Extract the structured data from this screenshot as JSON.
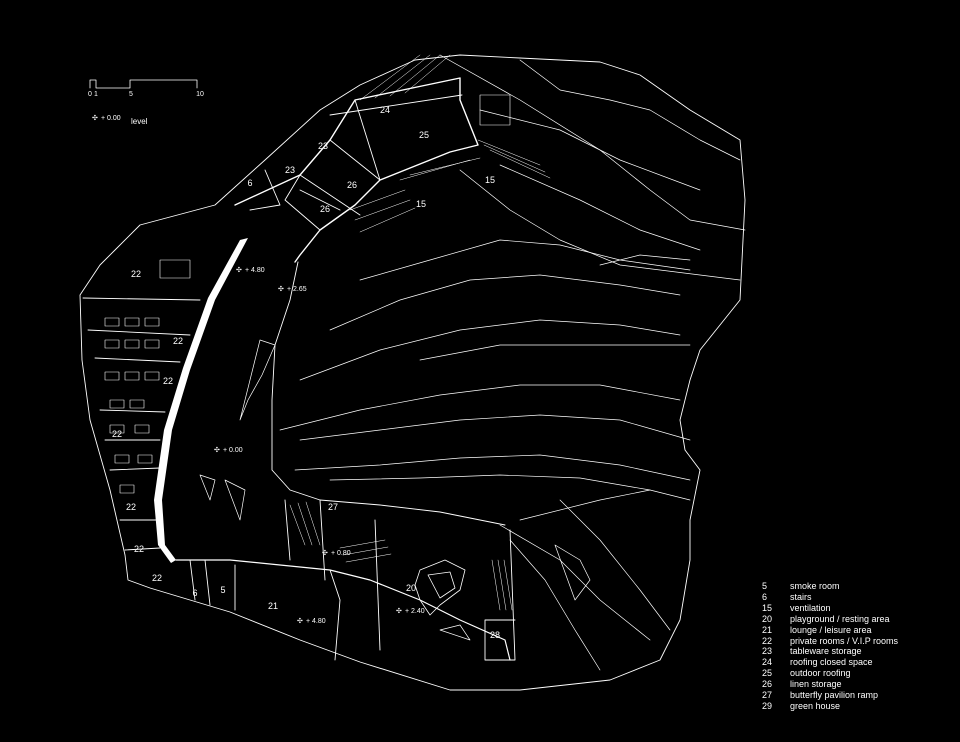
{
  "scale": {
    "ticks": [
      "0",
      "1",
      "5",
      "10"
    ]
  },
  "level_key": {
    "value": "+ 0.00",
    "label": "level"
  },
  "rooms": {
    "r24": "24",
    "r25": "25",
    "r23a": "23",
    "r23b": "23",
    "r6a": "6",
    "r26a": "26",
    "r26b": "26",
    "r15a": "15",
    "r15b": "15",
    "r22a": "22",
    "r22b": "22",
    "r22c": "22",
    "r22d": "22",
    "r22e": "22",
    "r22f": "22",
    "r22g": "22",
    "r21": "21",
    "r6b": "6",
    "r5": "5",
    "r20": "20",
    "r27": "27",
    "r28": "28"
  },
  "levels": {
    "l480a": "+ 4.80",
    "l265": "+ 2.65",
    "l000": "+ 0.00",
    "l080": "+ 0.80",
    "l240": "+ 2.40",
    "l480b": "+ 4.80"
  },
  "legend": [
    {
      "num": "5",
      "text": "smoke room"
    },
    {
      "num": "6",
      "text": "stairs"
    },
    {
      "num": "15",
      "text": "ventilation"
    },
    {
      "num": "20",
      "text": "playground / resting area"
    },
    {
      "num": "21",
      "text": "lounge / leisure area"
    },
    {
      "num": "22",
      "text": "private rooms / V.I.P rooms"
    },
    {
      "num": "23",
      "text": "tableware storage"
    },
    {
      "num": "24",
      "text": "roofing closed space"
    },
    {
      "num": "25",
      "text": "outdoor roofing"
    },
    {
      "num": "26",
      "text": "linen storage"
    },
    {
      "num": "27",
      "text": "butterfly pavilion ramp"
    },
    {
      "num": "29",
      "text": "green house"
    }
  ],
  "colors": {
    "background": "#000000",
    "linework": "#ffffff"
  }
}
